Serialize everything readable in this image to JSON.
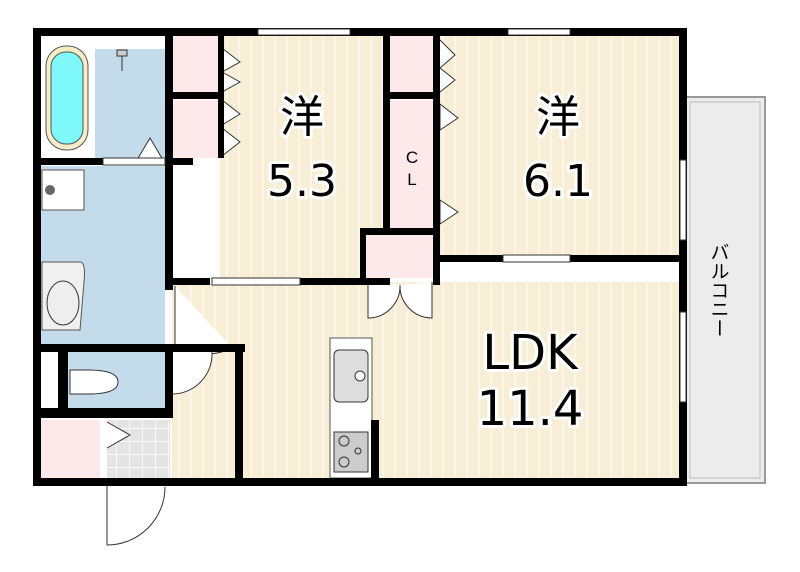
{
  "rooms": {
    "western1": {
      "kanji": "洋",
      "size": "5.3"
    },
    "western2": {
      "kanji": "洋",
      "size": "6.1"
    },
    "closet": {
      "c": "C",
      "l": "L"
    },
    "ldk": {
      "name": "LDK",
      "size": "11.4"
    },
    "balcony": {
      "name": "バルコニー"
    }
  },
  "colors": {
    "floor": "#f8eed6",
    "wet": "#c3dbeb",
    "storage": "#fde9ea",
    "tub": "#7ff8fa",
    "tile": "#e6e6e6",
    "balcony": "#ececec",
    "wall": "#000000"
  }
}
